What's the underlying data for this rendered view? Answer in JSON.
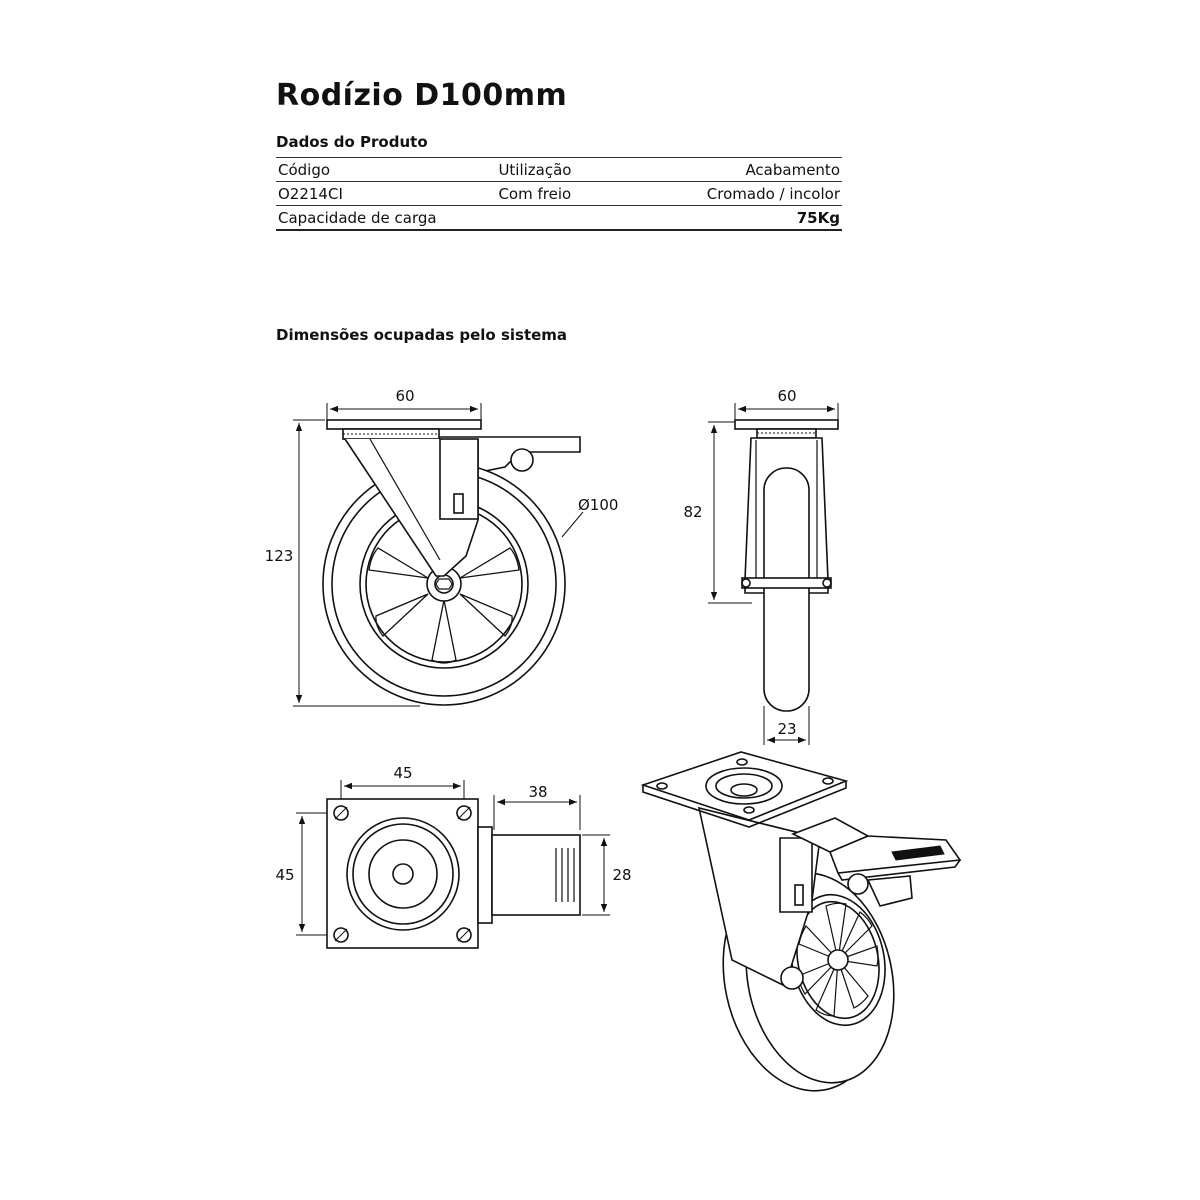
{
  "header": {
    "title": "Rodízio D100mm",
    "subtitle": "Dados do Produto"
  },
  "spec_table": {
    "headers": [
      "Código",
      "Utilização",
      "Acabamento"
    ],
    "row": [
      "O2214CI",
      "Com freio",
      "Cromado / incolor"
    ],
    "capacity_label": "Capacidade de carga",
    "capacity_value": "75Kg"
  },
  "section_title": "Dimensões ocupadas pelo sistema",
  "dimensions": {
    "side_view": {
      "top_width": "60",
      "height": "123",
      "wheel_diameter": "Ø100"
    },
    "front_view": {
      "top_width": "60",
      "height": "82",
      "wheel_width": "23"
    },
    "top_view": {
      "plate_width": "45",
      "plate_height": "45",
      "brake_length": "38",
      "brake_height": "28"
    }
  }
}
